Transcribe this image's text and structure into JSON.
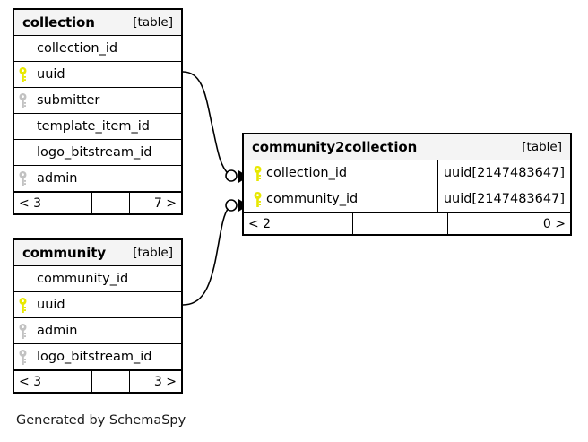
{
  "diagram": {
    "caption": "Generated by SchemaSpy",
    "tag_label": "[table]",
    "colors": {
      "primary_key": "#e8e800",
      "foreign_key": "#c0c0c0",
      "border": "#000000",
      "header_background": "#f4f4f4",
      "background": "#ffffff"
    }
  },
  "entities": {
    "collection": {
      "name": "collection",
      "tag": "[table]",
      "columns": [
        {
          "name": "collection_id",
          "key": "none"
        },
        {
          "name": "uuid",
          "key": "primary"
        },
        {
          "name": "submitter",
          "key": "foreign"
        },
        {
          "name": "template_item_id",
          "key": "none"
        },
        {
          "name": "logo_bitstream_id",
          "key": "none"
        },
        {
          "name": "admin",
          "key": "foreign"
        }
      ],
      "footer": {
        "left": "< 3",
        "middle": "",
        "right": "7 >"
      }
    },
    "community": {
      "name": "community",
      "tag": "[table]",
      "columns": [
        {
          "name": "community_id",
          "key": "none"
        },
        {
          "name": "uuid",
          "key": "primary"
        },
        {
          "name": "admin",
          "key": "foreign"
        },
        {
          "name": "logo_bitstream_id",
          "key": "foreign"
        }
      ],
      "footer": {
        "left": "< 3",
        "middle": "",
        "right": "3 >"
      }
    },
    "community2collection": {
      "name": "community2collection",
      "tag": "[table]",
      "columns": [
        {
          "name": "collection_id",
          "key": "primary",
          "type": "uuid[2147483647]"
        },
        {
          "name": "community_id",
          "key": "primary",
          "type": "uuid[2147483647]"
        }
      ],
      "footer": {
        "left": "< 2",
        "middle": "",
        "right": "0 >"
      }
    }
  },
  "relationships": [
    {
      "id": "collection-uuid-to-c2c-collection_id",
      "from_entity": "collection",
      "from_column": "uuid",
      "to_entity": "community2collection",
      "to_column": "collection_id",
      "source_marker": "none",
      "target_marker": "circle-arrow"
    },
    {
      "id": "community-uuid-to-c2c-community_id",
      "from_entity": "community",
      "from_column": "uuid",
      "to_entity": "community2collection",
      "to_column": "community_id",
      "source_marker": "none",
      "target_marker": "circle-arrow"
    }
  ]
}
